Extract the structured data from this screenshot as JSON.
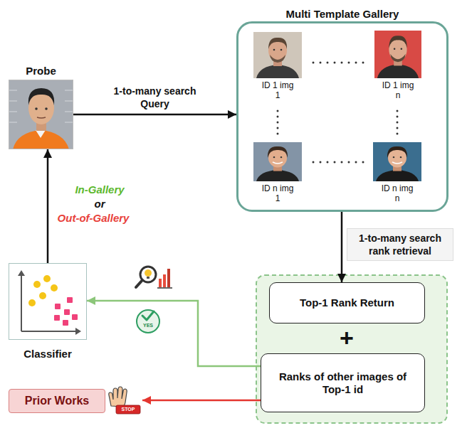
{
  "diagram": {
    "nodes": [
      {
        "text": [
          "Probe"
        ]
      },
      {
        "text": [
          "Multi Template Gallery"
        ]
      },
      {
        "text": [
          "ID 1 img 1"
        ],
        "in": 1
      },
      {
        "text": [
          "ID 1 img n"
        ],
        "in": 1
      },
      {
        "text": [
          "ID n img 1"
        ],
        "in": 1
      },
      {
        "text": [
          "ID n img n"
        ],
        "in": 1
      },
      {
        "text": [
          "Top-1 Rank Return"
        ]
      },
      {
        "text": [
          "Ranks of other images of Top-1 id"
        ]
      },
      {
        "text": [
          "Classifier"
        ]
      },
      {
        "text": [
          "Prior Works"
        ]
      }
    ],
    "edges": [
      {
        "from": 0,
        "to": 1,
        "arrow": "to",
        "label": "1-to-many search Query"
      },
      {
        "from": 1,
        "to": 6,
        "arrow": "to",
        "label": "1-to-many search rank retrieval"
      },
      {
        "from": 7,
        "to": 8,
        "arrow": "to"
      },
      {
        "from": 8,
        "to": 0,
        "arrow": "to"
      },
      {
        "from": 7,
        "to": 9,
        "arrow": "to"
      }
    ],
    "labels": [
      "In-Gallery",
      "or",
      "Out-of-Gallery",
      "+",
      "YES",
      "STOP"
    ]
  }
}
